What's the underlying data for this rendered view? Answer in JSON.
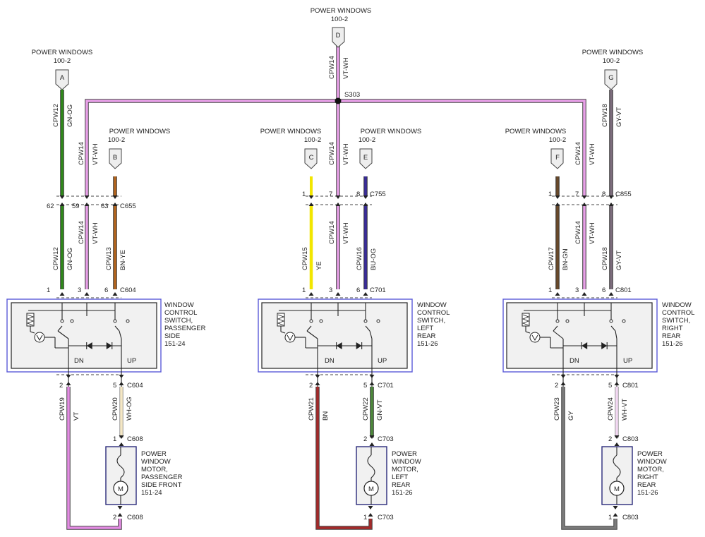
{
  "colors": {
    "vt_wh": "#e8a0e8",
    "gn_og": "#2f8a1a",
    "bn_ye": "#b5651d",
    "ye": "#f2e600",
    "bu_og": "#3a2c9c",
    "bn_gn": "#6b4a2a",
    "gy_vt": "#7d6d7d",
    "vt": "#e38be3",
    "wh_og": "#f5e7c4",
    "bn": "#a52a2a",
    "gn_vt": "#4e8a3c",
    "gy": "#7b7b7b",
    "wh_vt": "#f3d8f3",
    "frame": "#5a5ad8"
  },
  "refs": {
    "A": {
      "title": "POWER WINDOWS",
      "page": "100-2",
      "letter": "A"
    },
    "B": {
      "title": "POWER WINDOWS",
      "page": "100-2",
      "letter": "B"
    },
    "C": {
      "title": "POWER WINDOWS",
      "page": "100-2",
      "letter": "C"
    },
    "D": {
      "title": "POWER WINDOWS",
      "page": "100-2",
      "letter": "D"
    },
    "E": {
      "title": "POWER WINDOWS",
      "page": "100-2",
      "letter": "E"
    },
    "F": {
      "title": "POWER WINDOWS",
      "page": "100-2",
      "letter": "F"
    },
    "G": {
      "title": "POWER WINDOWS",
      "page": "100-2",
      "letter": "G"
    }
  },
  "splice": "S303",
  "wires": {
    "w1": {
      "circuit": "CPW12",
      "color": "GN-OG"
    },
    "w2": {
      "circuit": "CPW14",
      "color": "VT-WH"
    },
    "w3": {
      "circuit": "CPW14",
      "color": "VT-WH"
    },
    "w4": {
      "circuit": "CPW12",
      "color": "GN-OG"
    },
    "w5": {
      "circuit": "CPW14",
      "color": "VT-WH"
    },
    "w6": {
      "circuit": "CPW13",
      "color": "BN-YE"
    },
    "w7": {
      "circuit": "CPW14",
      "color": "VT-WH"
    },
    "w8": {
      "circuit": "CPW15",
      "color": "YE"
    },
    "w9": {
      "circuit": "CPW14",
      "color": "VT-WH"
    },
    "w10": {
      "circuit": "CPW16",
      "color": "BU-OG"
    },
    "w11": {
      "circuit": "CPW14",
      "color": "VT-WH"
    },
    "w12": {
      "circuit": "CPW18",
      "color": "GY-VT"
    },
    "w13": {
      "circuit": "CPW17",
      "color": "BN-GN"
    },
    "w14": {
      "circuit": "CPW14",
      "color": "VT-WH"
    },
    "w15": {
      "circuit": "CPW18",
      "color": "GY-VT"
    },
    "w16": {
      "circuit": "CPW19",
      "color": "VT"
    },
    "w17": {
      "circuit": "CPW20",
      "color": "WH-OG"
    },
    "w18": {
      "circuit": "CPW21",
      "color": "BN"
    },
    "w19": {
      "circuit": "CPW22",
      "color": "GN-VT"
    },
    "w20": {
      "circuit": "CPW23",
      "color": "GY"
    },
    "w21": {
      "circuit": "CPW24",
      "color": "WH-VT"
    }
  },
  "connectors": {
    "c655": "C655",
    "c604": "C604",
    "c604b": "C604",
    "c608a": "C608",
    "c608b": "C608",
    "c755": "C755",
    "c701": "C701",
    "c701b": "C701",
    "c703a": "C703",
    "c703b": "C703",
    "c855": "C855",
    "c801": "C801",
    "c801b": "C801",
    "c803a": "C803",
    "c803b": "C803"
  },
  "pins": {
    "p62": "62",
    "p59": "59",
    "p63": "63",
    "s1_1": "1",
    "s1_3": "3",
    "s1_6": "6",
    "s1_2": "2",
    "s1_5": "5",
    "m1_1": "1",
    "m1_2": "2",
    "p_c1": "1",
    "p_c7": "7",
    "p_c8": "8",
    "s2_1": "1",
    "s2_3": "3",
    "s2_6": "6",
    "s2_2": "2",
    "s2_5": "5",
    "m2_2": "2",
    "m2_1": "1",
    "p_r1": "1",
    "p_r7": "7",
    "p_r8": "8",
    "s3_1": "1",
    "s3_3": "3",
    "s3_6": "6",
    "s3_2": "2",
    "s3_5": "5",
    "m3_2": "2",
    "m3_1": "1"
  },
  "components": {
    "sw1": {
      "lines": [
        "WINDOW",
        "CONTROL",
        "SWITCH,",
        "PASSENGER",
        "SIDE",
        "151-24"
      ],
      "dn": "DN",
      "up": "UP"
    },
    "sw2": {
      "lines": [
        "WINDOW",
        "CONTROL",
        "SWITCH,",
        "LEFT",
        "REAR",
        "151-26"
      ],
      "dn": "DN",
      "up": "UP"
    },
    "sw3": {
      "lines": [
        "WINDOW",
        "CONTROL",
        "SWITCH,",
        "RIGHT",
        "REAR",
        "151-26"
      ],
      "dn": "DN",
      "up": "UP"
    },
    "m1": {
      "lines": [
        "POWER",
        "WINDOW",
        "MOTOR,",
        "PASSENGER",
        "SIDE FRONT",
        "151-24"
      ],
      "symbol": "M"
    },
    "m2": {
      "lines": [
        "POWER",
        "WINDOW",
        "MOTOR,",
        "LEFT",
        "REAR",
        "151-26"
      ],
      "symbol": "M"
    },
    "m3": {
      "lines": [
        "POWER",
        "WINDOW",
        "MOTOR,",
        "RIGHT",
        "REAR",
        "151-26"
      ],
      "symbol": "M"
    }
  }
}
